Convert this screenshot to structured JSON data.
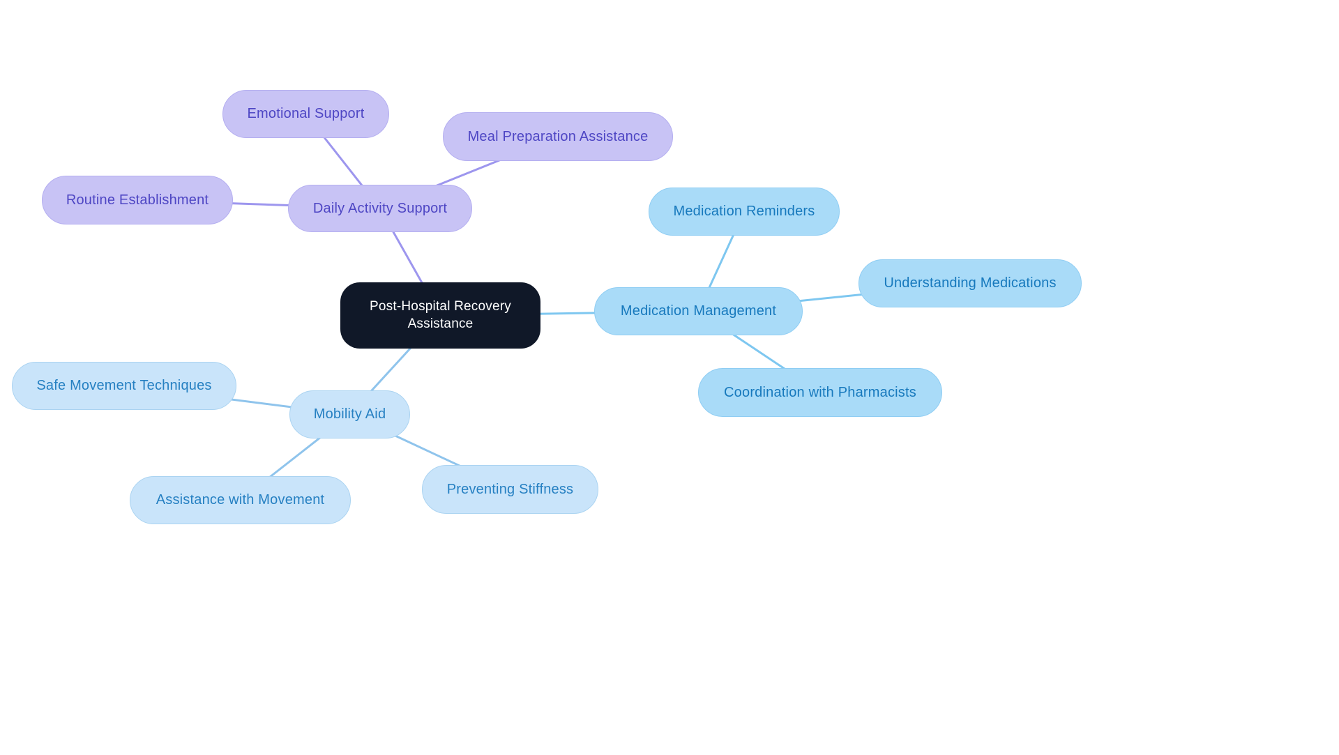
{
  "diagram": {
    "type": "mindmap",
    "root": {
      "label": "Post-Hospital Recovery Assistance"
    },
    "branches": [
      {
        "label": "Daily Activity Support",
        "children": [
          {
            "label": "Emotional Support"
          },
          {
            "label": "Meal Preparation Assistance"
          },
          {
            "label": "Routine Establishment"
          }
        ]
      },
      {
        "label": "Medication Management",
        "children": [
          {
            "label": "Medication Reminders"
          },
          {
            "label": "Understanding Medications"
          },
          {
            "label": "Coordination with Pharmacists"
          }
        ]
      },
      {
        "label": "Mobility Aid",
        "children": [
          {
            "label": "Safe Movement Techniques"
          },
          {
            "label": "Assistance with Movement"
          },
          {
            "label": "Preventing Stiffness"
          }
        ]
      }
    ],
    "colors": {
      "root_bg": "#101828",
      "root_text": "#ffffff",
      "daily_activity_bg": "#c8c3f5",
      "daily_activity_text": "#4e46c4",
      "daily_activity_edge": "#9d96ee",
      "medication_bg": "#a9dbf8",
      "medication_text": "#1779bd",
      "medication_edge": "#7ec7f0",
      "mobility_bg": "#c9e4fa",
      "mobility_text": "#2680c2",
      "mobility_edge": "#8fc4ec"
    }
  }
}
